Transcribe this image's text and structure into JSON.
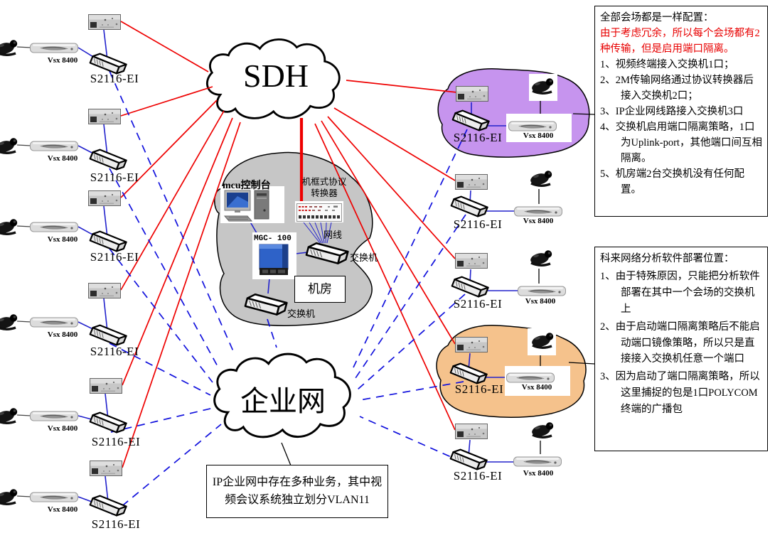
{
  "diagram": {
    "clouds": {
      "sdh": "SDH",
      "enterprise": "企业网"
    },
    "devices": {
      "vsx_label": "Vsx 8400",
      "switch_label": "S2116-EI",
      "mcu_console_label": "mcu控制台",
      "mgc_label": "MGC- 100",
      "rack_converter_label": "机框式协议转换器",
      "cable_label": "网线",
      "room_switch_label": "交换机",
      "machine_room_label": "机房"
    },
    "notes": {
      "config_box": {
        "title": "全部会场都是一样配置：",
        "warning": "由于考虑冗余，所以每个会场都有2种传输，但是启用端口隔离。",
        "items": [
          "1、视频终端接入交换机1口；",
          "2、2M传输网络通过协议转换器后接入交换机2口；",
          "3、IP企业网线路接入交换机3口",
          "4、交换机启用端口隔离策略，1口为Uplink-port，其他端口间互相隔离。",
          "5、机房端2台交换机没有任何配置。"
        ]
      },
      "analyzer_box": {
        "title": "科来网络分析软件部署位置：",
        "items": [
          "1、由于特殊原因，只能把分析软件部署在其中一个会场的交换机上",
          "2、由于启动端口隔离策略后不能启动端口镜像策略，所以只是直接接入交换机任意一个端口",
          "3、因为启动了端口隔离策略，所以这里捕捉的包是1口POLYCOM终端的广播包"
        ]
      },
      "vlan_box": "IP企业网中存在多种业务，其中视频会议系统独立划分VLAN11"
    },
    "colors": {
      "sdh_link": "#ee0000",
      "enterprise_link": "#1111dd",
      "device_link": "#2222cc",
      "highlight_purple": "#c694ee",
      "highlight_orange": "#f5c28c",
      "machine_room_fill": "#c6c6c6",
      "warning_text": "#e80000"
    }
  }
}
